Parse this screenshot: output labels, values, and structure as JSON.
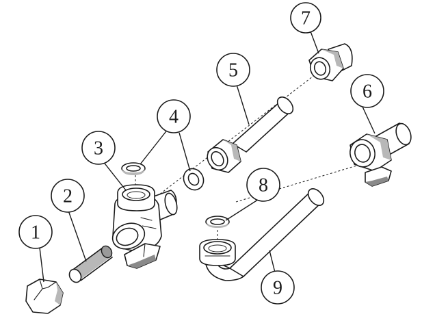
{
  "callouts": [
    {
      "id": "1",
      "label": "1"
    },
    {
      "id": "2",
      "label": "2"
    },
    {
      "id": "3",
      "label": "3"
    },
    {
      "id": "4",
      "label": "4"
    },
    {
      "id": "5",
      "label": "5"
    },
    {
      "id": "6",
      "label": "6"
    },
    {
      "id": "7",
      "label": "7"
    },
    {
      "id": "8",
      "label": "8"
    },
    {
      "id": "9",
      "label": "9"
    }
  ],
  "colors": {
    "ink": "#1a1a1a",
    "shade": "#b8b8b8",
    "background": "#ffffff"
  }
}
